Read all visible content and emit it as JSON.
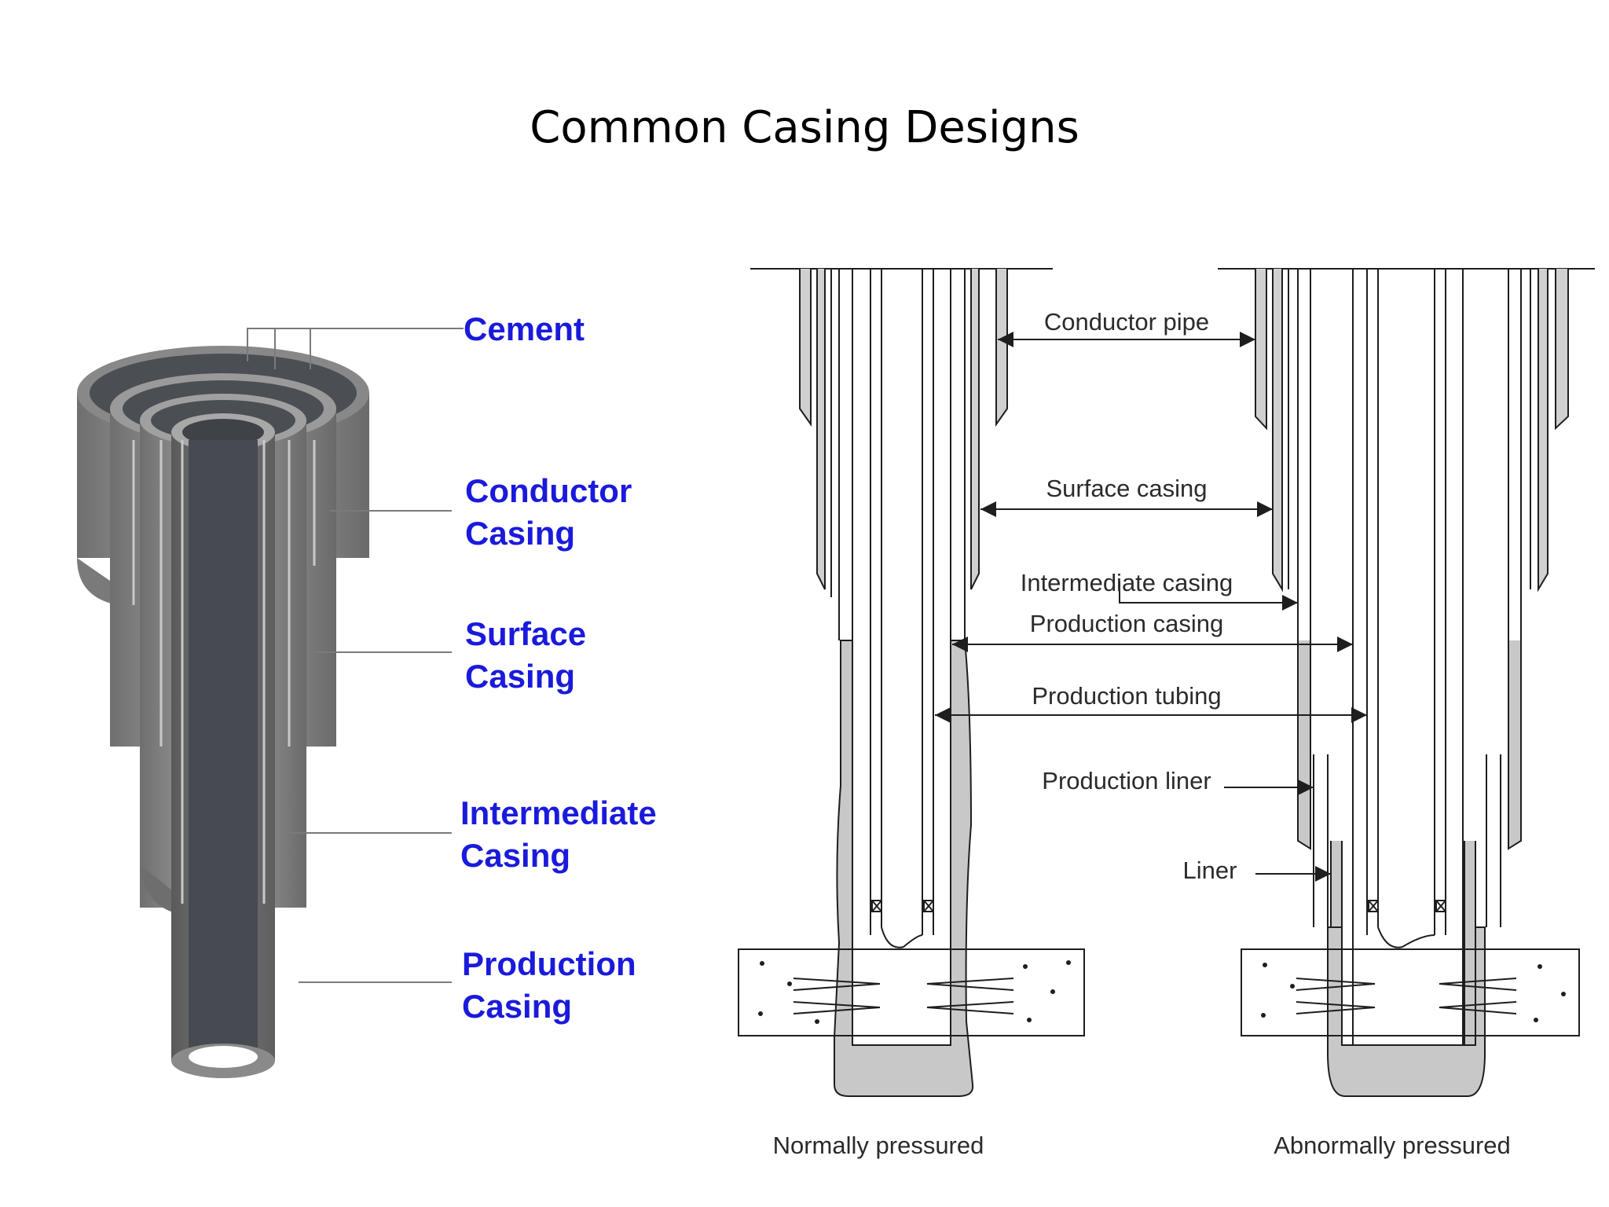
{
  "slide": {
    "title": "Common Casing Designs"
  },
  "cutaway": {
    "labels": {
      "cement": "Cement",
      "conductor_1": "Conductor",
      "conductor_2": "Casing",
      "surface_1": "Surface",
      "surface_2": "Casing",
      "intermediate_1": "Intermediate",
      "intermediate_2": "Casing",
      "production_1": "Production",
      "production_2": "Casing"
    },
    "colors": {
      "label": "#1a1adc",
      "casing": "#8a8a8a",
      "bore": "#4a4d52"
    }
  },
  "schematic": {
    "labels": {
      "conductor_pipe": "Conductor pipe",
      "surface_casing": "Surface casing",
      "intermediate_casing": "Intermediate casing",
      "production_casing": "Production casing",
      "production_tubing": "Production tubing",
      "production_liner": "Production liner",
      "liner": "Liner"
    },
    "captions": {
      "left": "Normally pressured",
      "right": "Abnormally pressured"
    },
    "colors": {
      "cement": "#c8c8c8",
      "line": "#1e1e1e"
    }
  }
}
